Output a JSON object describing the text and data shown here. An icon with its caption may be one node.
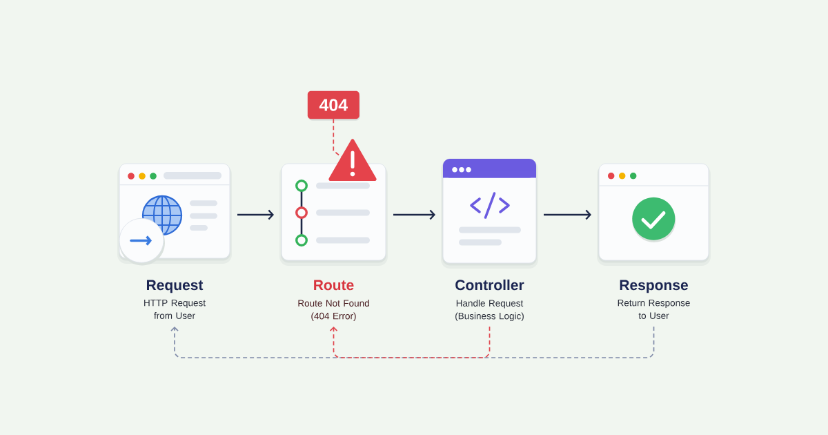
{
  "diagram": {
    "nodes": [
      {
        "text": [
          "Request",
          "HTTP Request from User"
        ]
      },
      {
        "text": [
          "Route",
          "Route Not Found (404 Error)"
        ]
      },
      {
        "text": [
          "Controller",
          "Handle Request (Business Logic)"
        ]
      },
      {
        "text": [
          "Response",
          "Return Response to User"
        ]
      },
      {
        "text": [
          "404"
        ]
      },
      {
        "text": [],
        "shape": "triangle"
      }
    ],
    "edges": [
      {
        "from": 0,
        "to": 1,
        "arrow": "to"
      },
      {
        "from": 1,
        "to": 2,
        "arrow": "to"
      },
      {
        "from": 2,
        "to": 3,
        "arrow": "to"
      },
      {
        "from": 4,
        "to": 5,
        "arrow": "none",
        "style": "dashed",
        "color": "#e0474f"
      },
      {
        "from": 3,
        "to": 0,
        "arrow": "to",
        "style": "dashed",
        "color": "#7f8aa8"
      },
      {
        "from": 2,
        "to": 1,
        "arrow": "to",
        "style": "dashed",
        "color": "#e0474f"
      }
    ]
  }
}
